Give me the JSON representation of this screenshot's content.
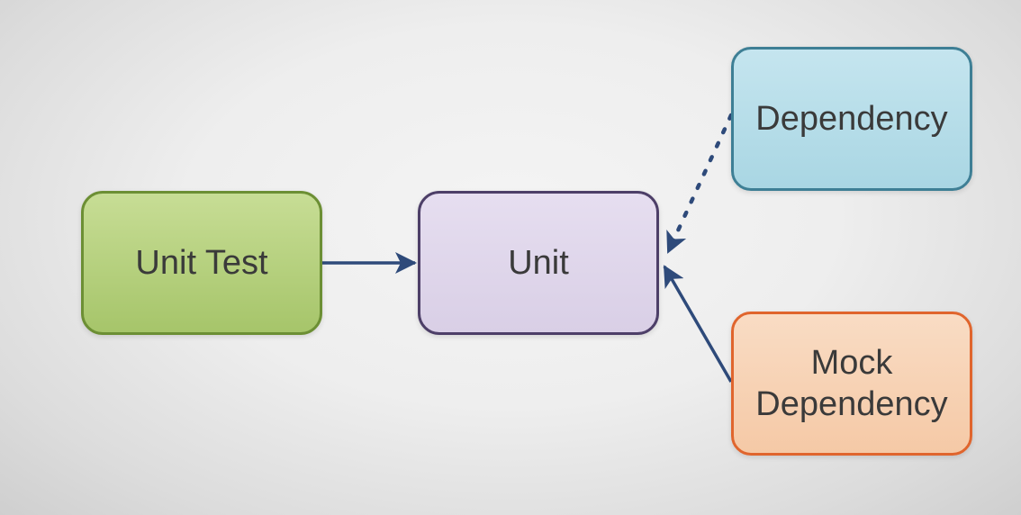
{
  "nodes": {
    "unit_test": {
      "label": "Unit Test",
      "fill": "#a6c56a",
      "fill_light": "#c7dd95",
      "border": "#6c8f34"
    },
    "unit": {
      "label": "Unit",
      "fill": "#d9cfe6",
      "fill_light": "#e6def0",
      "border": "#4d3f68"
    },
    "dependency": {
      "label": "Dependency",
      "fill": "#a9d6e3",
      "fill_light": "#c5e5ef",
      "border": "#3e7f95"
    },
    "mock_dependency": {
      "label_line1": "Mock",
      "label_line2": "Dependency",
      "fill": "#f5c9a6",
      "fill_light": "#f9dcc4",
      "border": "#e0652d"
    }
  },
  "edge_color": "#2e4a7a",
  "edges": [
    {
      "from": "Unit Test",
      "to": "Unit",
      "style": "solid"
    },
    {
      "from": "Dependency",
      "to": "Unit",
      "style": "dotted"
    },
    {
      "from": "Mock Dependency",
      "to": "Unit",
      "style": "solid"
    }
  ]
}
